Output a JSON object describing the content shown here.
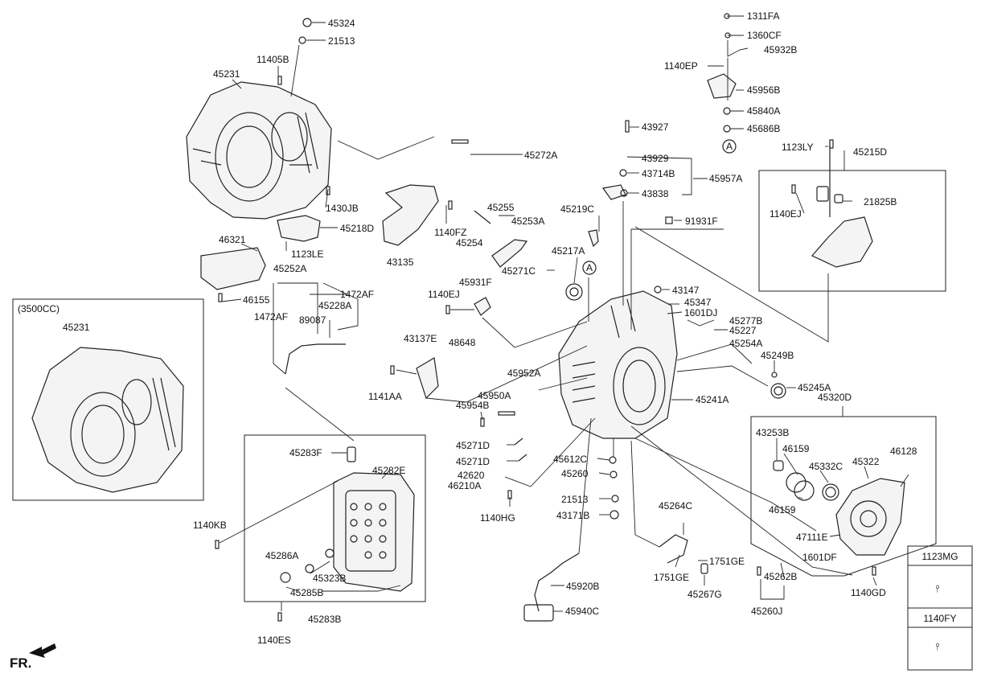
{
  "diagram": {
    "variant_label": "(3500CC)",
    "front_label": "FR.",
    "labels": [
      {
        "id": "45324",
        "text": "45324"
      },
      {
        "id": "21513-top",
        "text": "21513"
      },
      {
        "id": "11405B",
        "text": "11405B"
      },
      {
        "id": "45231",
        "text": "45231"
      },
      {
        "id": "45272A",
        "text": "45272A"
      },
      {
        "id": "1430JB",
        "text": "1430JB"
      },
      {
        "id": "45218D",
        "text": "45218D"
      },
      {
        "id": "46321",
        "text": "46321"
      },
      {
        "id": "1123LE",
        "text": "1123LE"
      },
      {
        "id": "45252A",
        "text": "45252A"
      },
      {
        "id": "1472AF-a",
        "text": "1472AF"
      },
      {
        "id": "45228A",
        "text": "45228A"
      },
      {
        "id": "89087",
        "text": "89087"
      },
      {
        "id": "1472AF-b",
        "text": "1472AF"
      },
      {
        "id": "46155",
        "text": "46155"
      },
      {
        "id": "43135",
        "text": "43135"
      },
      {
        "id": "1140FZ",
        "text": "1140FZ"
      },
      {
        "id": "45255",
        "text": "45255"
      },
      {
        "id": "45254",
        "text": "45254"
      },
      {
        "id": "45253A",
        "text": "45253A"
      },
      {
        "id": "45219C",
        "text": "45219C"
      },
      {
        "id": "45217A",
        "text": "45217A"
      },
      {
        "id": "45271C",
        "text": "45271C"
      },
      {
        "id": "45931F",
        "text": "45931F"
      },
      {
        "id": "1140EJ-a",
        "text": "1140EJ"
      },
      {
        "id": "48648",
        "text": "48648"
      },
      {
        "id": "43137E",
        "text": "43137E"
      },
      {
        "id": "1141AA",
        "text": "1141AA"
      },
      {
        "id": "45952A",
        "text": "45952A"
      },
      {
        "id": "45950A",
        "text": "45950A"
      },
      {
        "id": "45954B",
        "text": "45954B"
      },
      {
        "id": "45271D-a",
        "text": "45271D"
      },
      {
        "id": "45271D-b",
        "text": "45271D"
      },
      {
        "id": "42620",
        "text": "42620"
      },
      {
        "id": "46210A",
        "text": "46210A"
      },
      {
        "id": "1140HG",
        "text": "1140HG"
      },
      {
        "id": "45283F",
        "text": "45283F"
      },
      {
        "id": "45282E",
        "text": "45282E"
      },
      {
        "id": "1140KB",
        "text": "1140KB"
      },
      {
        "id": "45286A",
        "text": "45286A"
      },
      {
        "id": "45323B",
        "text": "45323B"
      },
      {
        "id": "45285B",
        "text": "45285B"
      },
      {
        "id": "45283B",
        "text": "45283B"
      },
      {
        "id": "1140ES",
        "text": "1140ES"
      },
      {
        "id": "1311FA",
        "text": "1311FA"
      },
      {
        "id": "1360CF",
        "text": "1360CF"
      },
      {
        "id": "45932B",
        "text": "45932B"
      },
      {
        "id": "1140EP",
        "text": "1140EP"
      },
      {
        "id": "45956B",
        "text": "45956B"
      },
      {
        "id": "45840A",
        "text": "45840A"
      },
      {
        "id": "45686B",
        "text": "45686B"
      },
      {
        "id": "43927",
        "text": "43927"
      },
      {
        "id": "43929",
        "text": "43929"
      },
      {
        "id": "43714B",
        "text": "43714B"
      },
      {
        "id": "43838",
        "text": "43838"
      },
      {
        "id": "45957A",
        "text": "45957A"
      },
      {
        "id": "1123LY",
        "text": "1123LY"
      },
      {
        "id": "45215D",
        "text": "45215D"
      },
      {
        "id": "1140EJ-b",
        "text": "1140EJ"
      },
      {
        "id": "21825B",
        "text": "21825B"
      },
      {
        "id": "91931F",
        "text": "91931F"
      },
      {
        "id": "43147",
        "text": "43147"
      },
      {
        "id": "45347",
        "text": "45347"
      },
      {
        "id": "1601DJ",
        "text": "1601DJ"
      },
      {
        "id": "45277B",
        "text": "45277B"
      },
      {
        "id": "45227",
        "text": "45227"
      },
      {
        "id": "45254A",
        "text": "45254A"
      },
      {
        "id": "45249B",
        "text": "45249B"
      },
      {
        "id": "45245A",
        "text": "45245A"
      },
      {
        "id": "45241A",
        "text": "45241A"
      },
      {
        "id": "45320D",
        "text": "45320D"
      },
      {
        "id": "43253B",
        "text": "43253B"
      },
      {
        "id": "46159-a",
        "text": "46159"
      },
      {
        "id": "45332C",
        "text": "45332C"
      },
      {
        "id": "45322",
        "text": "45322"
      },
      {
        "id": "46128",
        "text": "46128"
      },
      {
        "id": "46159-b",
        "text": "46159"
      },
      {
        "id": "47111E",
        "text": "47111E"
      },
      {
        "id": "1601DF",
        "text": "1601DF"
      },
      {
        "id": "45612C",
        "text": "45612C"
      },
      {
        "id": "45260",
        "text": "45260"
      },
      {
        "id": "21513-bot",
        "text": "21513"
      },
      {
        "id": "43171B",
        "text": "43171B"
      },
      {
        "id": "45264C",
        "text": "45264C"
      },
      {
        "id": "1751GE-a",
        "text": "1751GE"
      },
      {
        "id": "1751GE-b",
        "text": "1751GE"
      },
      {
        "id": "45267G",
        "text": "45267G"
      },
      {
        "id": "45262B",
        "text": "45262B"
      },
      {
        "id": "45260J",
        "text": "45260J"
      },
      {
        "id": "1140GD",
        "text": "1140GD"
      },
      {
        "id": "45920B",
        "text": "45920B"
      },
      {
        "id": "45940C",
        "text": "45940C"
      },
      {
        "id": "45231-variant",
        "text": "45231"
      }
    ],
    "circle_marks": [
      {
        "id": "A-top",
        "text": "A"
      },
      {
        "id": "A-mid",
        "text": "A"
      }
    ],
    "legend": [
      {
        "id": "1123MG",
        "text": "1123MG"
      },
      {
        "id": "1140FY",
        "text": "1140FY"
      }
    ]
  }
}
